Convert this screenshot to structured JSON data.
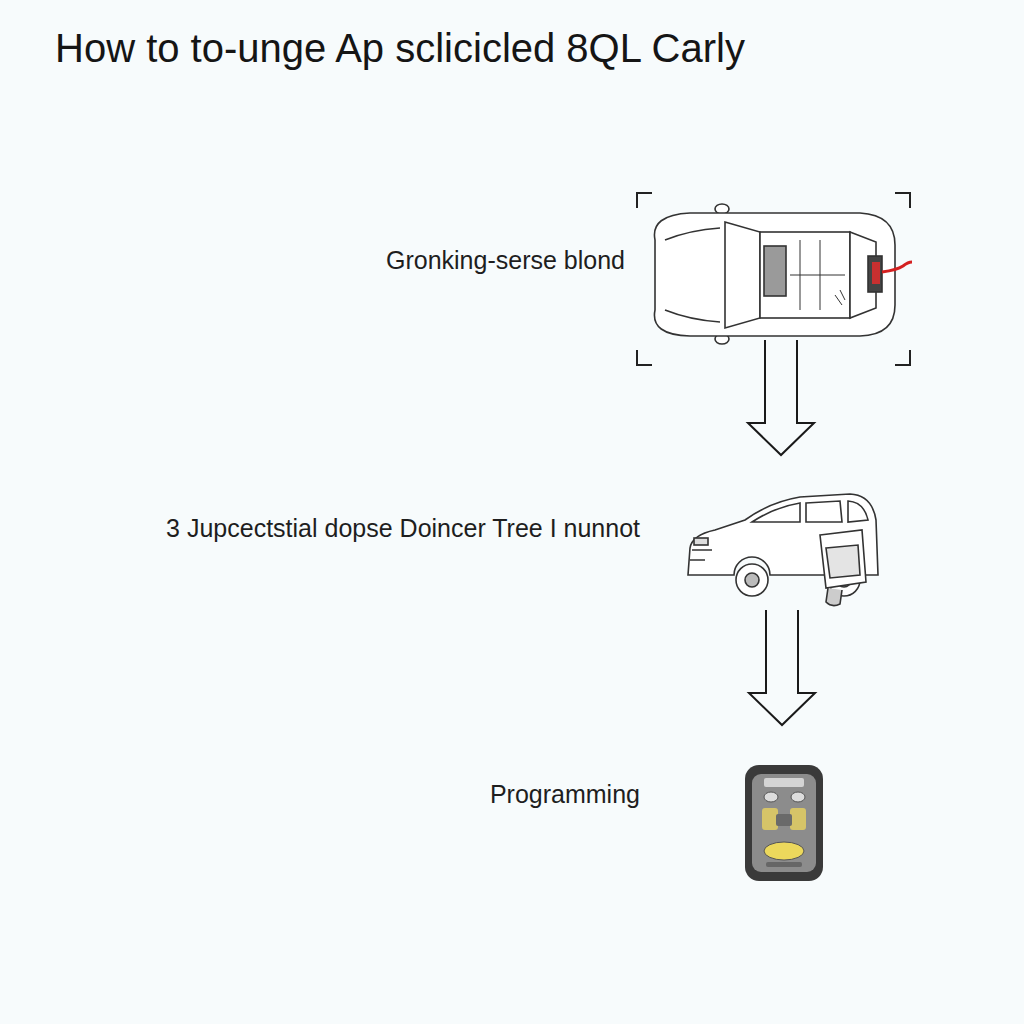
{
  "diagram": {
    "title": "How to to-unge Ap sclicicled 8QL Carly",
    "nodes": [
      {
        "text": [
          "Gronking-serse blond"
        ]
      },
      {
        "text": [
          "3 Jupcectstial dopse Doincer Tree I nunnot"
        ]
      },
      {
        "text": [
          "Programming"
        ]
      }
    ],
    "edges": [
      {
        "from": 0,
        "to": 1,
        "arrow": "to"
      },
      {
        "from": 1,
        "to": 2,
        "arrow": "to"
      }
    ]
  }
}
